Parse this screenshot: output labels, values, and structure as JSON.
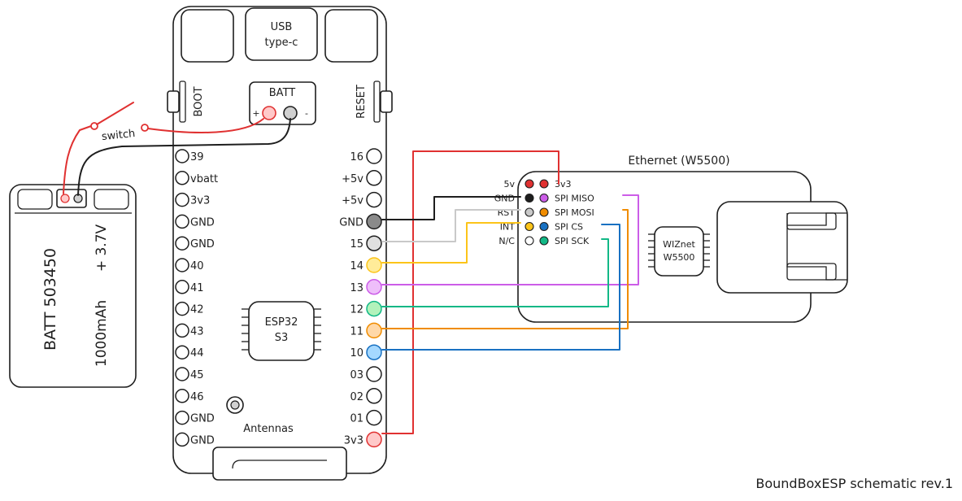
{
  "colors": {
    "red": "#e03131",
    "black": "#1e1e1e",
    "grey": "#c9c9c9",
    "yellow": "#fcc419",
    "violet": "#cc5de8",
    "green": "#12b886",
    "orange": "#f08c00",
    "blue": "#1971c2",
    "light": "#ffffff"
  },
  "board": {
    "usb_line1": "USB",
    "usb_line2": "type-c",
    "boot_label": "BOOT",
    "reset_label": "RESET",
    "batt_label": "BATT",
    "batt_plus": "+",
    "batt_minus": "-",
    "chip_line1": "ESP32",
    "chip_line2": "S3",
    "antenna_label": "Antennas",
    "left_pins": [
      "39",
      "vbatt",
      "3v3",
      "GND",
      "GND",
      "40",
      "41",
      "42",
      "43",
      "44",
      "45",
      "46",
      "GND",
      "GND"
    ],
    "right_pins": [
      {
        "label": "16",
        "color": "light"
      },
      {
        "label": "+5v",
        "color": "light"
      },
      {
        "label": "+5v",
        "color": "light"
      },
      {
        "label": "GND",
        "color": "black"
      },
      {
        "label": "15",
        "color": "grey"
      },
      {
        "label": "14",
        "color": "yellow"
      },
      {
        "label": "13",
        "color": "violet"
      },
      {
        "label": "12",
        "color": "green"
      },
      {
        "label": "11",
        "color": "orange"
      },
      {
        "label": "10",
        "color": "blue"
      },
      {
        "label": "03",
        "color": "light"
      },
      {
        "label": "02",
        "color": "light"
      },
      {
        "label": "01",
        "color": "light"
      },
      {
        "label": "3v3",
        "color": "red"
      }
    ]
  },
  "battery": {
    "model": "BATT 503450",
    "capacity": "1000mAh",
    "voltage": "+ 3.7V",
    "switch_label": "switch"
  },
  "ethernet": {
    "title": "Ethernet (W5500)",
    "chip_line1": "WIZnet",
    "chip_line2": "W5500",
    "left_labels": [
      "5v",
      "GND",
      "RST",
      "INT",
      "N/C"
    ],
    "right_labels": [
      "3v3",
      "SPI MISO",
      "SPI MOSI",
      "SPI CS",
      "SPI SCK"
    ]
  },
  "footer": "BoundBoxESP schematic rev.1"
}
